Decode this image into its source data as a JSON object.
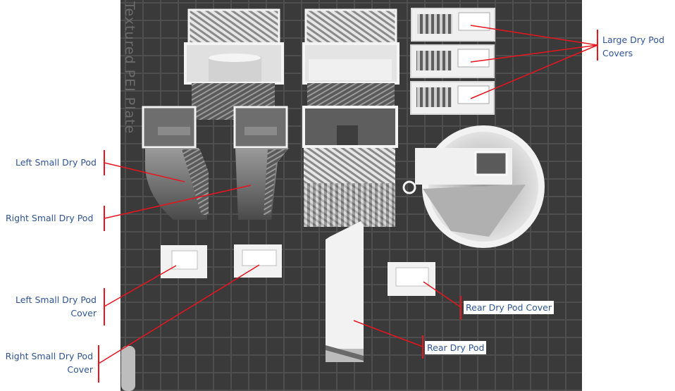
{
  "plate": {
    "text": "Textured PEI Plate"
  },
  "labels": {
    "large_covers_line1": "Large Dry Pod",
    "large_covers_line2": "Covers",
    "left_small_pod": "Left Small Dry Pod",
    "right_small_pod": "Right Small Dry Pod",
    "left_small_cover_line1": "Left Small Dry Pod",
    "left_small_cover_line2": "Cover",
    "right_small_cover_line1": "Right Small Dry Pod",
    "right_small_cover_line2": "Cover",
    "rear_cover": "Rear Dry Pod Cover",
    "rear_pod": "Rear Dry Pod"
  },
  "colors": {
    "plate_bg": "#3a3a3a",
    "grid": "#4e4e4e",
    "part": "#ececec",
    "label_text": "#2f5496",
    "pointer": "#e8141e"
  }
}
